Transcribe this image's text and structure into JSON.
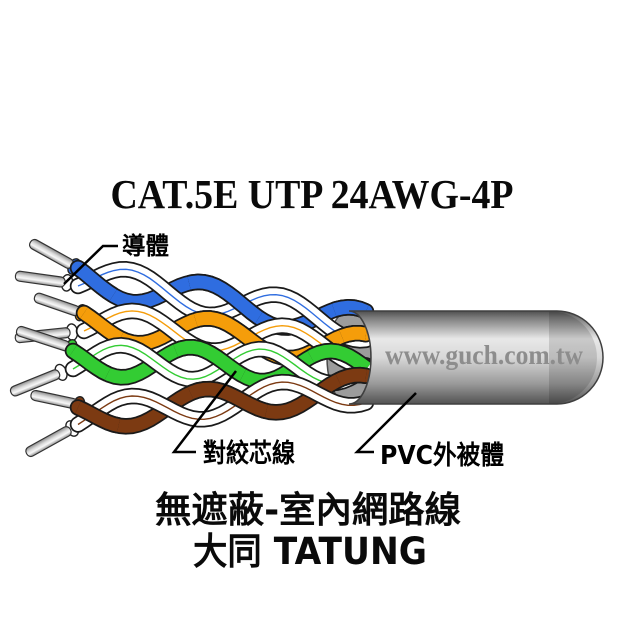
{
  "page": {
    "background": "#ffffff"
  },
  "title": "CAT.5E UTP 24AWG-4P",
  "labels": {
    "conductor": "導體",
    "twisted_pair": "對絞芯線",
    "pvc_jacket": "PVC外被體"
  },
  "watermark": "www.guch.com.tw",
  "footer": {
    "line1": "無遮蔽-室內網路線",
    "line2": "大同 TATUNG"
  },
  "cable": {
    "jacket_top_color": "#555555",
    "jacket_highlight_color": "#e8e8e8",
    "jacket_bottom_color": "#545454",
    "end_face_color": "#9c9c9c",
    "conductor_color": "#d8d8d8",
    "outline_color": "#1a1a1a",
    "pairs": [
      {
        "name": "blue-pair",
        "color": "#2f6de0"
      },
      {
        "name": "orange-pair",
        "color": "#f59d0a"
      },
      {
        "name": "green-pair",
        "color": "#33cc33"
      },
      {
        "name": "brown-pair",
        "color": "#7c3a12"
      }
    ]
  }
}
